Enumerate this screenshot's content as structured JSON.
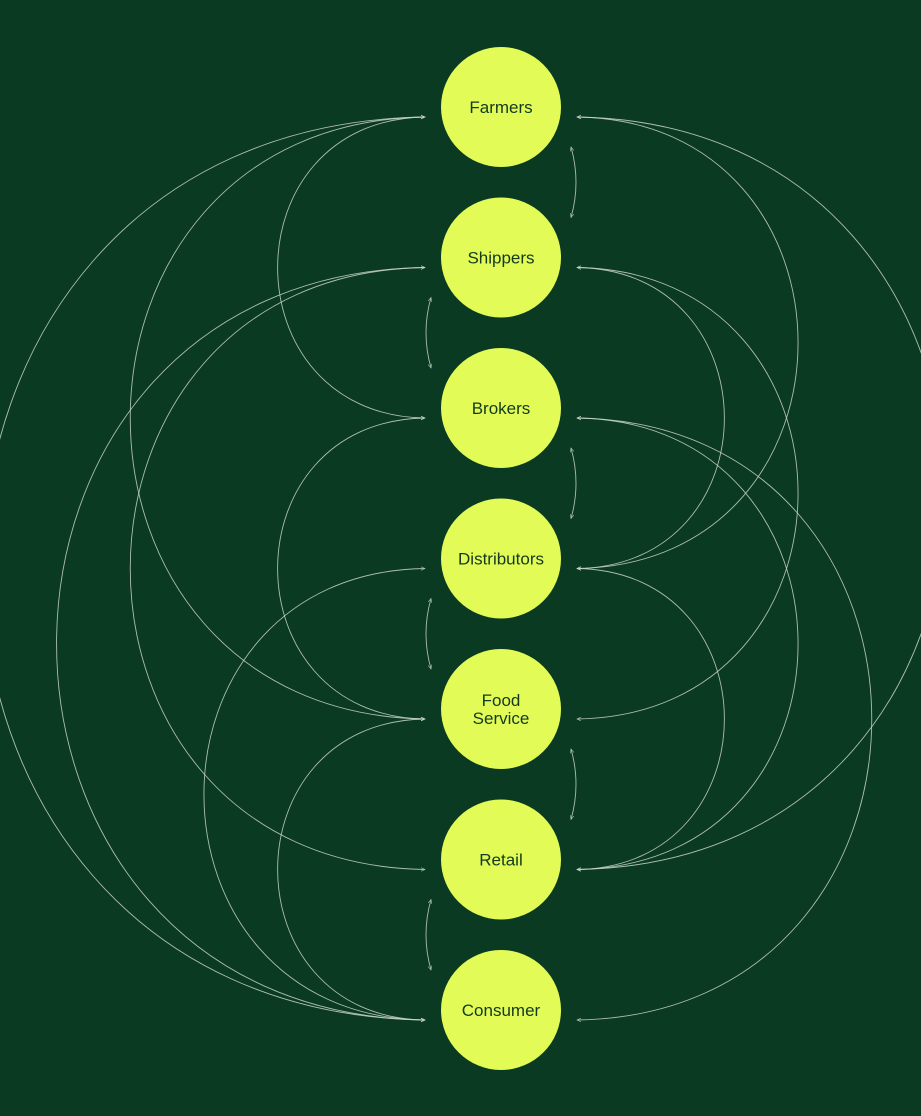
{
  "colors": {
    "background": "#0b3a23",
    "node_fill": "#e2fb57",
    "node_text": "#123a1f",
    "connector": "#c9d6c5"
  },
  "nodes": [
    {
      "id": "farmers",
      "lines": [
        "Farmers"
      ]
    },
    {
      "id": "shippers",
      "lines": [
        "Shippers"
      ]
    },
    {
      "id": "brokers",
      "lines": [
        "Brokers"
      ]
    },
    {
      "id": "distributors",
      "lines": [
        "Distributors"
      ]
    },
    {
      "id": "food-service",
      "lines": [
        "Food",
        "Service"
      ]
    },
    {
      "id": "retail",
      "lines": [
        "Retail"
      ]
    },
    {
      "id": "consumer",
      "lines": [
        "Consumer"
      ]
    }
  ],
  "connections": [
    {
      "from": "farmers",
      "to": "shippers",
      "side": "right"
    },
    {
      "from": "farmers",
      "to": "brokers",
      "side": "left"
    },
    {
      "from": "farmers",
      "to": "distributors",
      "side": "right"
    },
    {
      "from": "farmers",
      "to": "food-service",
      "side": "left"
    },
    {
      "from": "farmers",
      "to": "retail",
      "side": "right"
    },
    {
      "from": "farmers",
      "to": "consumer",
      "side": "left"
    },
    {
      "from": "shippers",
      "to": "brokers",
      "side": "left"
    },
    {
      "from": "shippers",
      "to": "distributors",
      "side": "right"
    },
    {
      "from": "shippers",
      "to": "food-service",
      "side": "right"
    },
    {
      "from": "shippers",
      "to": "retail",
      "side": "left"
    },
    {
      "from": "shippers",
      "to": "consumer",
      "side": "left"
    },
    {
      "from": "brokers",
      "to": "distributors",
      "side": "right"
    },
    {
      "from": "brokers",
      "to": "food-service",
      "side": "left"
    },
    {
      "from": "brokers",
      "to": "retail",
      "side": "right"
    },
    {
      "from": "brokers",
      "to": "consumer",
      "side": "right"
    },
    {
      "from": "distributors",
      "to": "food-service",
      "side": "left"
    },
    {
      "from": "distributors",
      "to": "retail",
      "side": "right"
    },
    {
      "from": "distributors",
      "to": "consumer",
      "side": "left"
    },
    {
      "from": "food-service",
      "to": "retail",
      "side": "right"
    },
    {
      "from": "food-service",
      "to": "consumer",
      "side": "left"
    },
    {
      "from": "retail",
      "to": "consumer",
      "side": "left"
    }
  ]
}
